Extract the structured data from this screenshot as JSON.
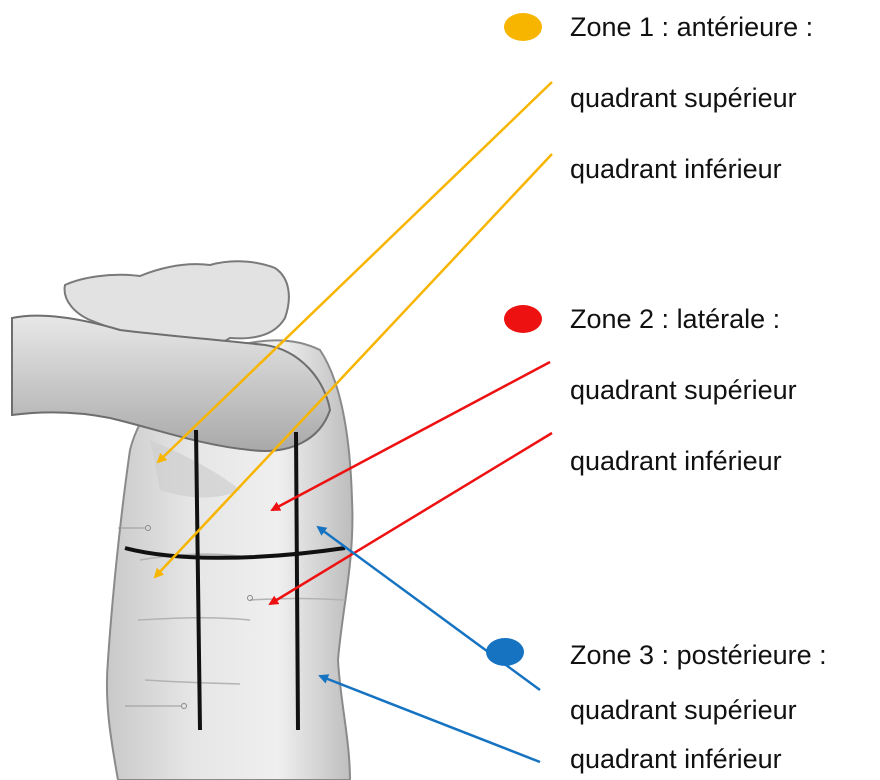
{
  "zones": [
    {
      "id": "zone1",
      "title": "Zone 1 : antérieure :",
      "upper": "quadrant supérieur",
      "lower": "quadrant inférieur",
      "color": "#F7B500"
    },
    {
      "id": "zone2",
      "title": "Zone 2 : latérale :",
      "upper": "quadrant supérieur",
      "lower": "quadrant inférieur",
      "color": "#EE1111"
    },
    {
      "id": "zone3",
      "title": "Zone 3 : postérieure :",
      "upper": "quadrant supérieur",
      "lower": "quadrant inférieur",
      "color": "#1673C2"
    }
  ],
  "figure": {
    "subject": "torso-lateral-view-arm-raised"
  }
}
